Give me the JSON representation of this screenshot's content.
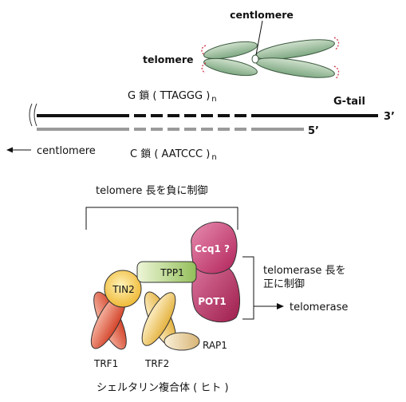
{
  "chromosome": {
    "centromere_label": "centlomere",
    "telomere_label": "telomere"
  },
  "strands": {
    "g_strand_label": "G 鎖 ( TTAGGG )",
    "g_strand_sub": "n",
    "c_strand_label": "C 鎖 ( AATCCC )",
    "c_strand_sub": "n",
    "g_tail_label": "G-tail",
    "end_3_label": "3’",
    "end_5_label": "5’",
    "direction_label": "centlomere"
  },
  "complex": {
    "negative_control_label": "telomere 長を負に制御",
    "positive_control_line1": "telomerase 長を",
    "positive_control_line2": "正に制御",
    "telomerase_label": "telomerase",
    "proteins": {
      "ccq1": "Ccq1 ?",
      "pot1": "POT1",
      "tpp1": "TPP1",
      "tin2": "TIN2",
      "trf1": "TRF1",
      "trf2": "TRF2",
      "rap1": "RAP1"
    },
    "caption": "シェルタリン複合体 ( ヒト )"
  },
  "colors": {
    "chromatid_fill": "#8fb592",
    "chromatid_fill_light": "#c9dcc7",
    "telomere_marker": "#d23a4c",
    "g_strand": "#111111",
    "c_strand": "#9a9a9a",
    "ccq1": "#c2336b",
    "pot1": "#b42758",
    "tpp1": "#a9cc73",
    "tin2": "#f2c23c",
    "trf1": "#de5a3c",
    "trf2": "#eec95e",
    "rap1": "#e6cf98"
  }
}
